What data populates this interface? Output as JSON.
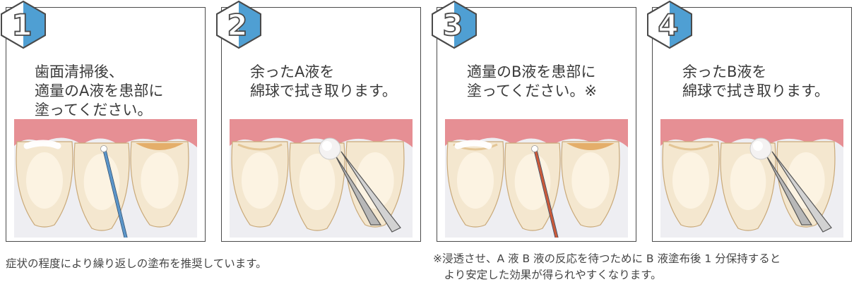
{
  "steps": [
    {
      "number": "1",
      "text": "歯面清掃後、\n適量のA液を患部に\n塗ってください。",
      "tool": "applicator",
      "tool_color": "#5b95c9"
    },
    {
      "number": "2",
      "text": "余ったA液を\n綿球で拭き取ります。",
      "tool": "tweezers-cotton",
      "tool_color": "#b8b8b8"
    },
    {
      "number": "3",
      "text": "適量のB液を患部に\n塗ってください。※",
      "tool": "applicator",
      "tool_color": "#c95a3a"
    },
    {
      "number": "4",
      "text": "余ったB液を\n綿球で拭き取ります。",
      "tool": "tweezers-cotton",
      "tool_color": "#b8b8b8"
    }
  ],
  "notes": {
    "left": "症状の程度により繰り返しの塗布を推奨しています。",
    "right": "※浸透させ、A 液 B 液の反応を待つために B 液塗布後 1 分保持すると\n　より安定した効果が得られやすくなります。"
  },
  "colors": {
    "badge_blue": "#4f9fd3",
    "gum": "#e68f94",
    "tooth": "#f4e7cf",
    "stain": "#e0a050"
  }
}
